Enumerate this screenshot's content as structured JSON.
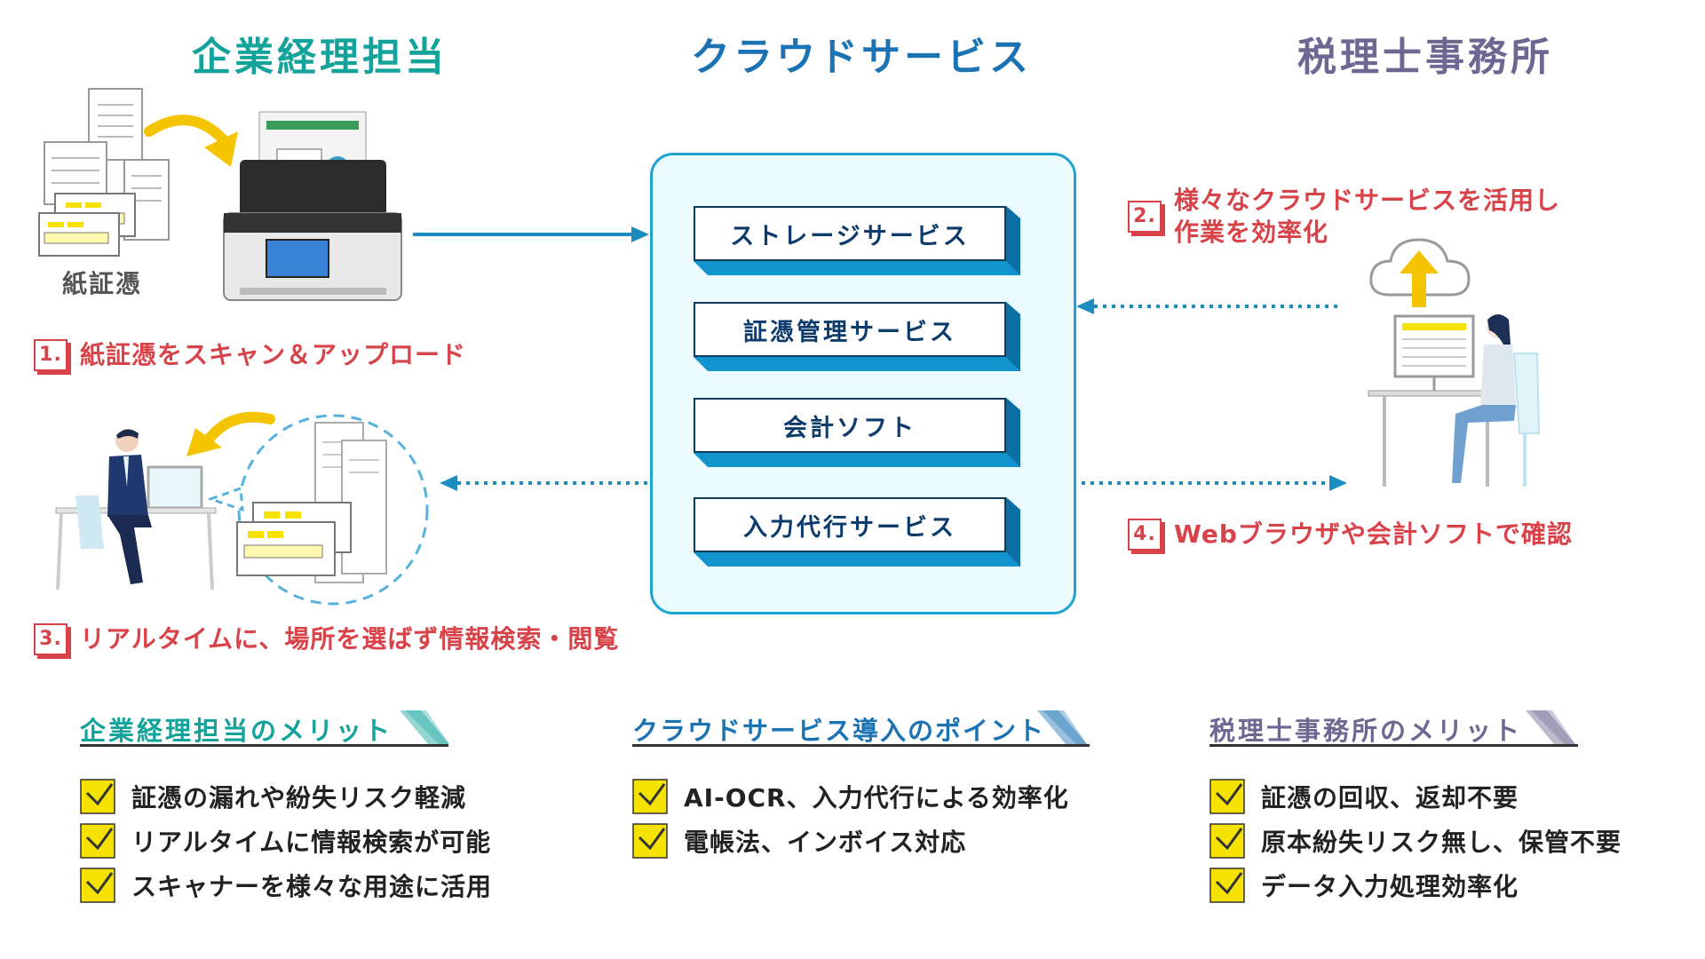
{
  "columns": {
    "left": "企業経理担当",
    "center": "クラウドサービス",
    "right": "税理士事務所"
  },
  "paper_label": "紙証憑",
  "services": [
    "ストレージサービス",
    "証憑管理サービス",
    "会計ソフト",
    "入力代行サービス"
  ],
  "steps": {
    "s1": {
      "num": "1.",
      "text": "紙証憑をスキャン＆アップロード"
    },
    "s2": {
      "num": "2.",
      "line1": "様々なクラウドサービスを活用し",
      "line2": "作業を効率化"
    },
    "s3": {
      "num": "3.",
      "text": "リアルタイムに、場所を選ばず情報検索・閲覧"
    },
    "s4": {
      "num": "4.",
      "text": "Webブラウザや会計ソフトで確認"
    }
  },
  "merits": {
    "left": {
      "title": "企業経理担当のメリット",
      "items": [
        "証憑の漏れや紛失リスク軽減",
        "リアルタイムに情報検索が可能",
        "スキャナーを様々な用途に活用"
      ]
    },
    "center": {
      "title": "クラウドサービス導入のポイント",
      "items": [
        "AI-OCR、入力代行による効率化",
        "電帳法、インボイス対応"
      ]
    },
    "right": {
      "title": "税理士事務所のメリット",
      "items": [
        "証憑の回収、返却不要",
        "原本紛失リスク無し、保管不要",
        "データ入力処理効率化"
      ]
    }
  },
  "colors": {
    "teal": "#13a39a",
    "blue": "#1b73b3",
    "purple": "#6e6792",
    "red": "#d8434a",
    "yellow": "#f5e200",
    "arrow_yellow": "#f5c400",
    "cloud_border": "#1fa3d1"
  }
}
